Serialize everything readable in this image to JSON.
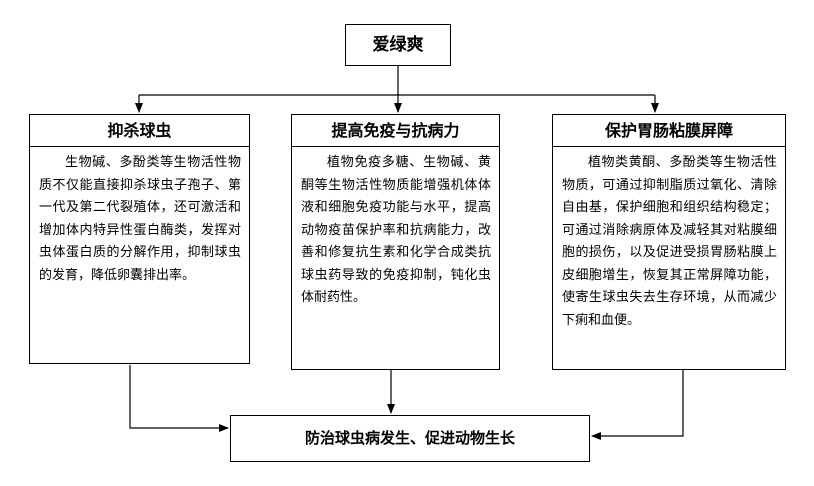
{
  "top": {
    "title": "爱绿爽"
  },
  "boxes": [
    {
      "title": "抑杀球虫",
      "text": "生物碱、多酚类等生物活性物质不仅能直接抑杀球虫子孢子、第一代及第二代裂殖体，还可激活和增加体内特异性蛋白酶类，发挥对虫体蛋白质的分解作用，抑制球虫的发育，降低卵囊排出率。"
    },
    {
      "title": "提高免疫与抗病力",
      "text": "植物免疫多糖、生物碱、黄酮等生物活性物质能增强机体体液和细胞免疫功能与水平，提高动物疫苗保护率和抗病能力，改善和修复抗生素和化学合成类抗球虫药导致的免疫抑制，钝化虫体耐药性。"
    },
    {
      "title": "保护胃肠粘膜屏障",
      "text": "植物类黄酮、多酚类等生物活性物质，可通过抑制脂质过氧化、清除自由基，保护细胞和组织结构稳定；可通过消除病原体及减轻其对粘膜细胞的损伤，以及促进受损胃肠粘膜上皮细胞增生，恢复其正常屏障功能，使寄生球虫失去生存环境，从而减少下痢和血便。"
    }
  ],
  "bottom": {
    "title": "防治球虫病发生、促进动物生长"
  }
}
